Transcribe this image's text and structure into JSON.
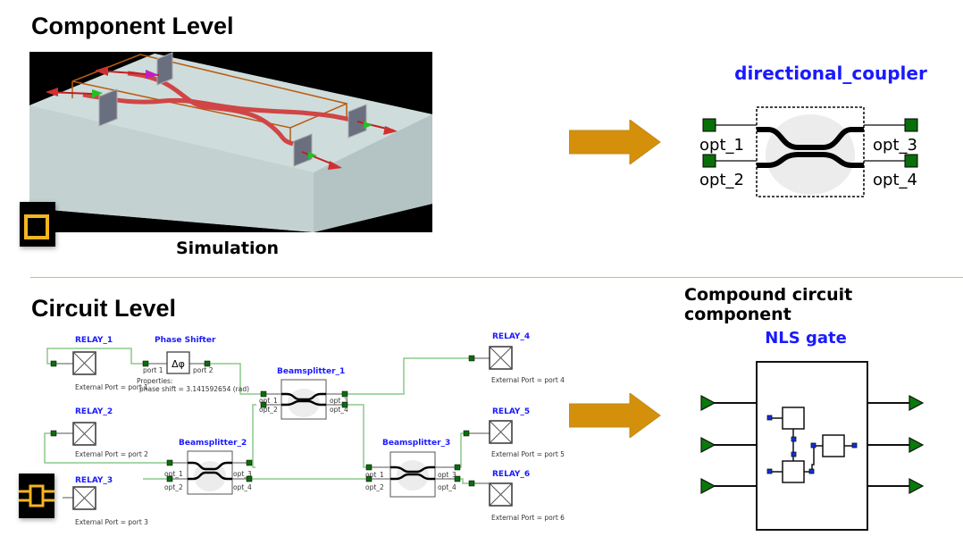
{
  "component_level": {
    "title": "Component Level",
    "simulation_caption": "Simulation",
    "component_icon": "square-outline-icon",
    "directional_coupler": {
      "name": "directional_coupler",
      "ports": [
        "opt_1",
        "opt_2",
        "opt_3",
        "opt_4"
      ]
    }
  },
  "circuit_level": {
    "title": "Circuit Level",
    "circuit_icon": "linked-square-icon",
    "compound_caption": "Compound circuit component",
    "nls_gate": {
      "name": "NLS gate",
      "inputs": 3,
      "outputs": 3
    },
    "schematic": {
      "relays": [
        {
          "name": "RELAY_1",
          "external": "External Port = port 1"
        },
        {
          "name": "RELAY_2",
          "external": "External Port = port 2"
        },
        {
          "name": "RELAY_3",
          "external": "External Port = port 3"
        },
        {
          "name": "RELAY_4",
          "external": "External Port = port 4"
        },
        {
          "name": "RELAY_5",
          "external": "External Port = port 5"
        },
        {
          "name": "RELAY_6",
          "external": "External Port = port 6"
        }
      ],
      "phase_shifter": {
        "name": "Phase Shifter",
        "symbol": "Δφ",
        "port_in": "port 1",
        "port_out": "port 2",
        "properties_label": "Properties:",
        "property": "phase shift = 3.141592654 (rad)"
      },
      "beamsplitters": [
        {
          "name": "Beamsplitter_1",
          "ports": [
            "opt_1",
            "opt_2",
            "opt_3",
            "opt_4"
          ]
        },
        {
          "name": "Beamsplitter_2",
          "ports": [
            "opt_1",
            "opt_2",
            "opt_3",
            "opt_4"
          ]
        },
        {
          "name": "Beamsplitter_3",
          "ports": [
            "opt_1",
            "opt_2",
            "opt_3",
            "opt_4"
          ]
        }
      ]
    }
  },
  "colors": {
    "accent_arrow": "#d4900a",
    "divider": "#f2b825",
    "label_blue": "#1a1aff",
    "port_green": "#0a6e0a",
    "wire_green": "#8bc98b",
    "icon_orange": "#f5b520"
  }
}
